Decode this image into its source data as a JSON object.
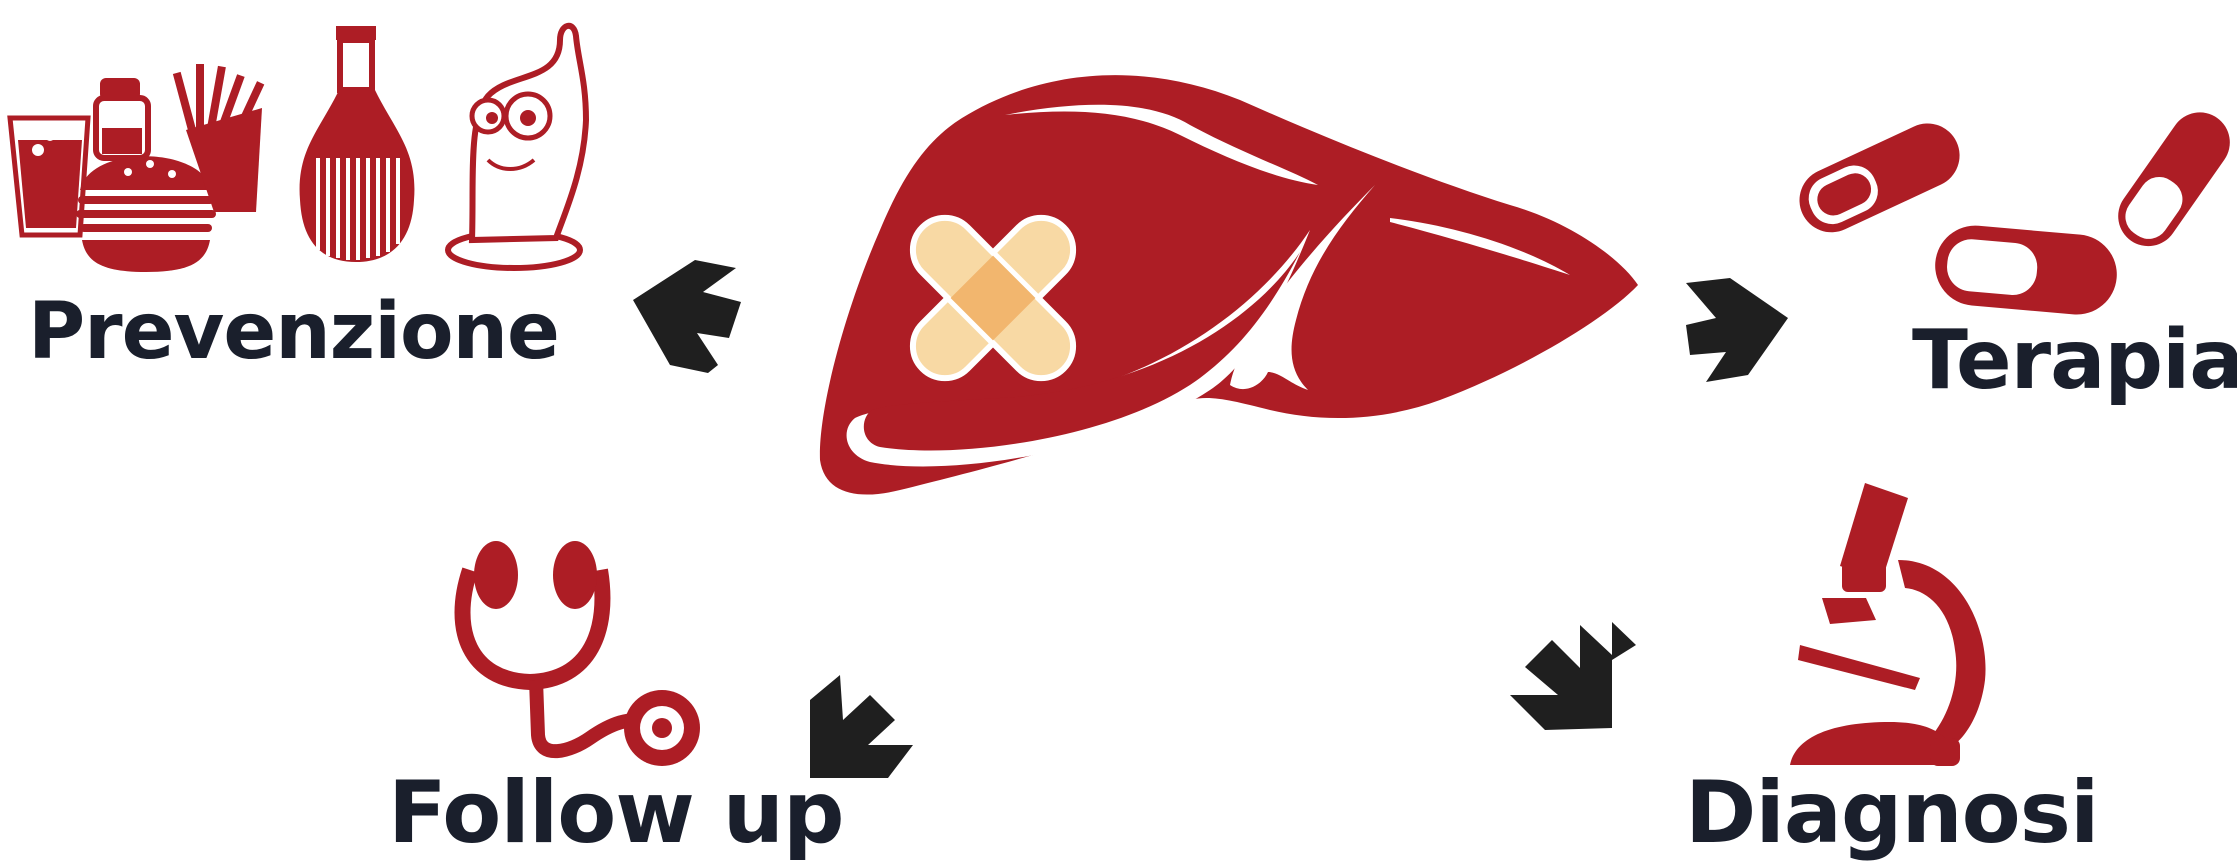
{
  "labels": {
    "prevenzione": "Prevenzione",
    "terapia": "Terapia",
    "follow_up": "Follow up",
    "diagnosi": "Diagnosi"
  },
  "colors": {
    "brand_red": "#ad1d25",
    "arrow": "#1f1f1f",
    "text": "#1a1f2c",
    "bandage": "#f8d9a4",
    "bandage_pad": "#f2b66e"
  },
  "icons": {
    "center": "liver-with-bandage-icon",
    "prevenzione": [
      "drink-glass-icon",
      "salt-shaker-icon",
      "burger-icon",
      "fries-icon",
      "wine-flask-icon",
      "condom-mascot-icon"
    ],
    "terapia": "pills-icon",
    "diagnosi": "microscope-icon",
    "follow_up": "stethoscope-icon"
  }
}
